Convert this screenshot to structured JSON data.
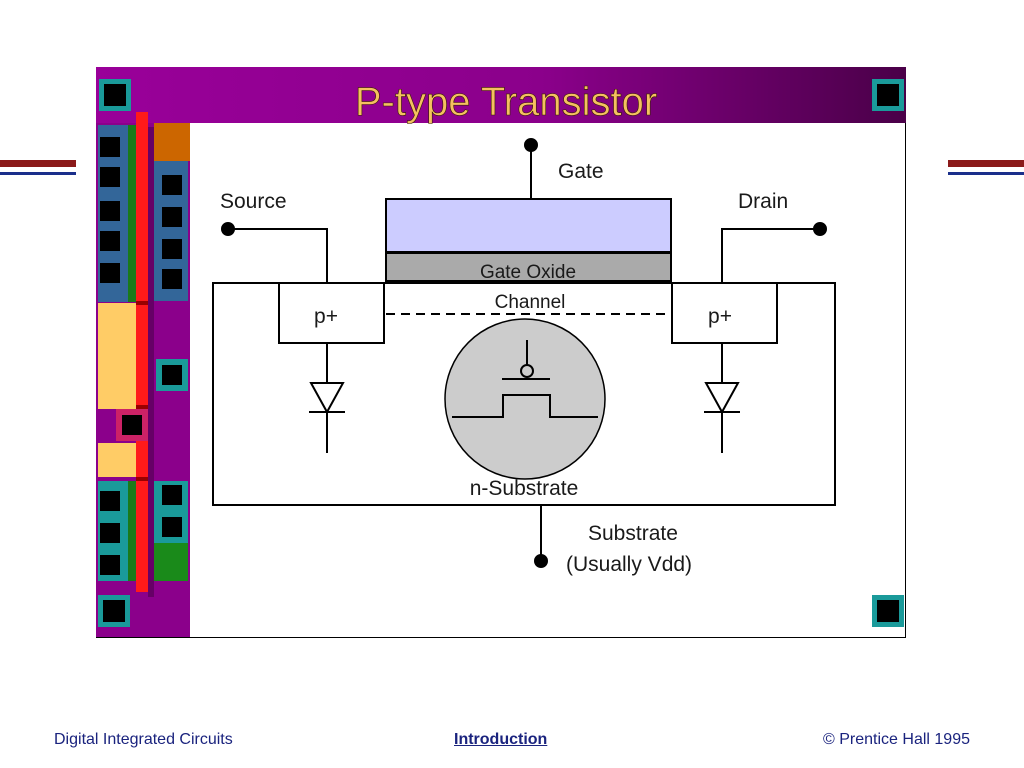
{
  "slide": {
    "title": "P-type Transistor",
    "diagram": {
      "gate_label": "Gate",
      "source_label": "Source",
      "drain_label": "Drain",
      "gate_oxide_label": "Gate Oxide",
      "channel_label": "Channel",
      "left_diffusion_label": "p+",
      "right_diffusion_label": "p+",
      "substrate_region_label": "n-Substrate",
      "substrate_terminal_label": "Substrate",
      "substrate_terminal_note": "(Usually Vdd)"
    }
  },
  "footer": {
    "left": "Digital Integrated Circuits",
    "center": "Introduction",
    "right": "© Prentice Hall 1995"
  },
  "colors": {
    "title_bar": "#8b008b",
    "title_bar_dark": "#4a0048",
    "title_text": "#f5c060",
    "gate": "#ccccff",
    "gate_oxide": "#aaaaaa",
    "symbol_circle": "#cccccc",
    "rule_red": "#8b1a1a",
    "rule_blue": "#1a2f8b",
    "footer_text": "#1a237e"
  }
}
